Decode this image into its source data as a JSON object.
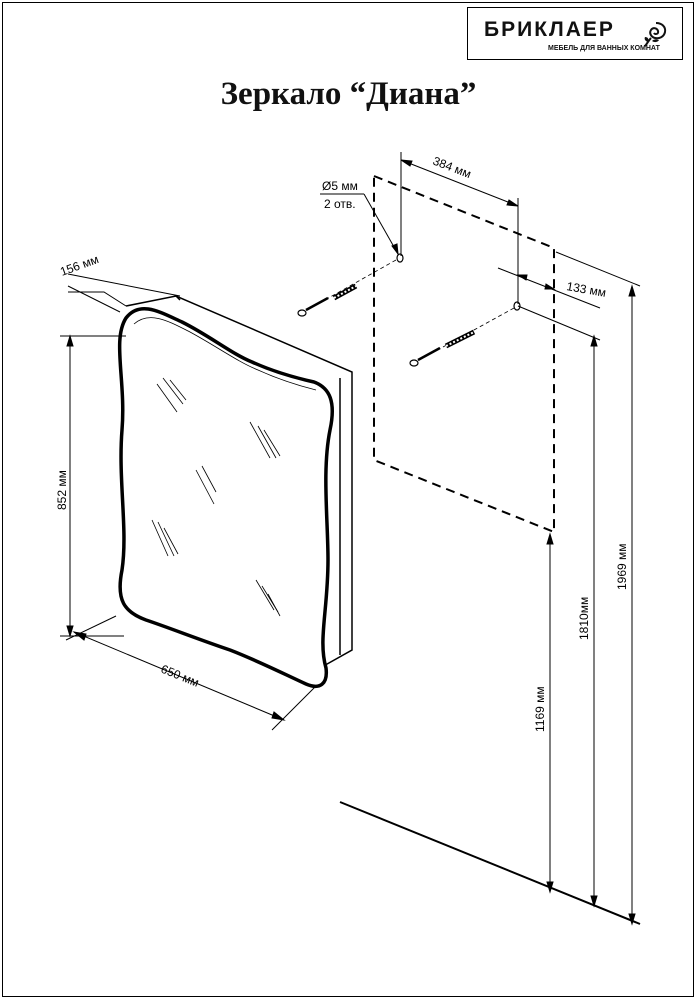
{
  "logo": {
    "brand": "БРИКЛАЕР",
    "tagline": "МЕБЕЛЬ ДЛЯ ВАННЫХ КОМНАТ"
  },
  "title": "Зеркало “Диана”",
  "dimensions": {
    "depth": "156 мм",
    "height": "852 мм",
    "width": "650 мм",
    "hole_diameter": "Ø5 мм",
    "hole_count": "2 отв.",
    "hole_spacing": "384 мм",
    "hole_offset": "133 мм",
    "bottom_height": "1169 мм",
    "hole_height": "1810мм",
    "top_height": "1969 мм"
  },
  "colors": {
    "line": "#000000",
    "background": "#ffffff"
  }
}
